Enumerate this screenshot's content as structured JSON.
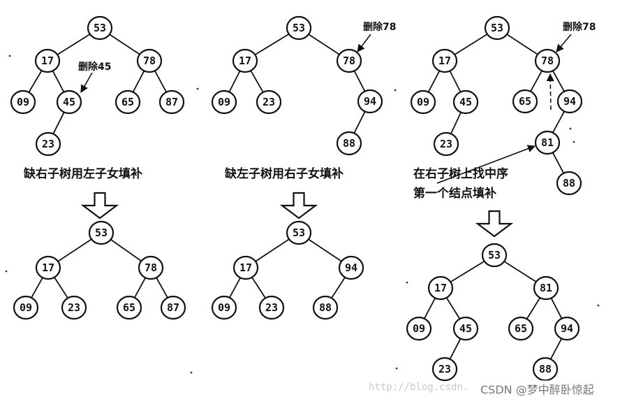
{
  "captions": {
    "c1": "缺右子树用左子女填补",
    "c2": "缺左子树用右子女填补",
    "c3_line1": "在右子树上找中序",
    "c3_line2": "第一个结点填补"
  },
  "annotations": {
    "a1": "删除45",
    "a2": "删除78",
    "a3": "删除78"
  },
  "watermark": {
    "url": "http://blog.csdn.",
    "brand": "CSDN @梦中醉卧惊起"
  },
  "trees": [
    {
      "id": "t1-before",
      "nodes": [
        "53",
        "17",
        "78",
        "09",
        "45",
        "65",
        "87",
        "23"
      ]
    },
    {
      "id": "t1-after",
      "nodes": [
        "53",
        "17",
        "78",
        "09",
        "23",
        "65",
        "87"
      ]
    },
    {
      "id": "t2-before",
      "nodes": [
        "53",
        "17",
        "78",
        "09",
        "23",
        "94",
        "88"
      ]
    },
    {
      "id": "t2-after",
      "nodes": [
        "53",
        "17",
        "94",
        "09",
        "23",
        "88"
      ]
    },
    {
      "id": "t3-before",
      "nodes": [
        "53",
        "17",
        "78",
        "09",
        "45",
        "65",
        "94",
        "23",
        "81",
        "88"
      ]
    },
    {
      "id": "t3-after",
      "nodes": [
        "53",
        "17",
        "81",
        "09",
        "45",
        "65",
        "94",
        "23",
        "88"
      ]
    }
  ]
}
